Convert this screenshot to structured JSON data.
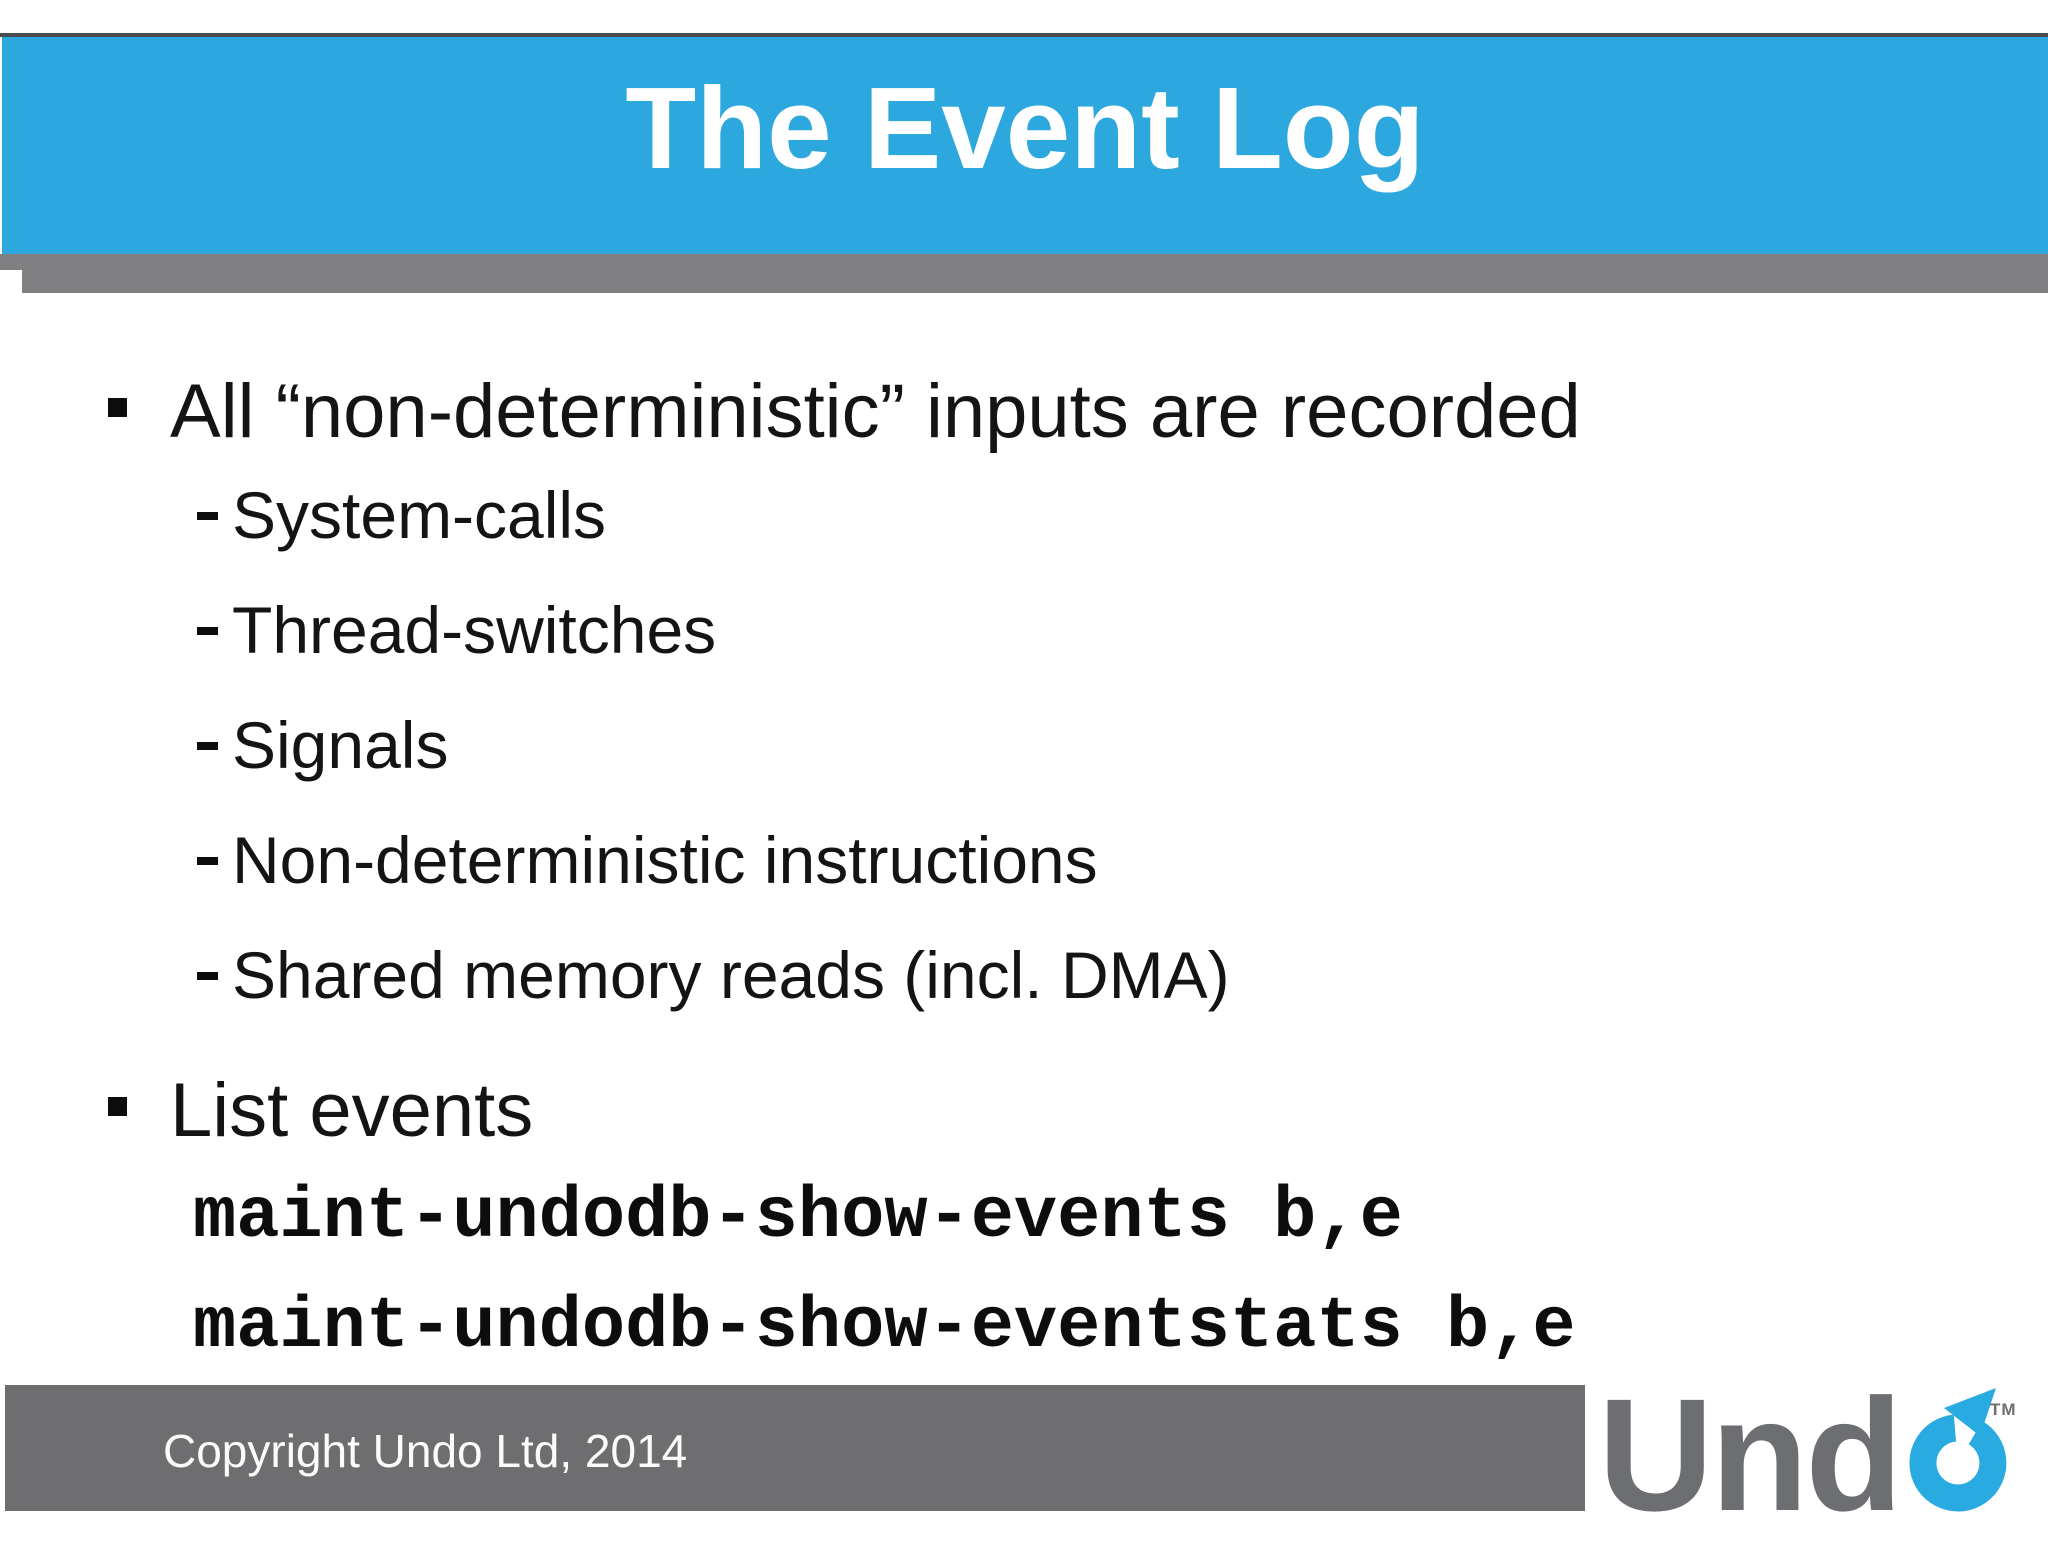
{
  "slide": {
    "title": "The Event Log",
    "bullet_1": {
      "label": "All “non-deterministic” inputs are recorded",
      "sub_items": [
        "System-calls",
        "Thread-switches",
        "Signals",
        "Non-deterministic instructions",
        "Shared memory reads (incl. DMA)"
      ]
    },
    "bullet_2": {
      "label": "List events",
      "code_lines": [
        "maint-undodb-show-events b,e",
        "maint-undodb-show-eventstats b,e"
      ]
    },
    "footer": {
      "copyright": "Copyright Undo Ltd, 2014"
    },
    "logo": {
      "wordmark": "Und",
      "o_icon": "circular-arrow-o",
      "trademark": "TM"
    },
    "colors": {
      "header_blue": "#2da8de",
      "header_top_rule": "#4a4b4d",
      "shadow_gray": "#808083",
      "footer_gray": "#6e6e71",
      "logo_gray": "#6d6e71",
      "logo_blue": "#29abe2",
      "text_black": "#141414"
    }
  }
}
